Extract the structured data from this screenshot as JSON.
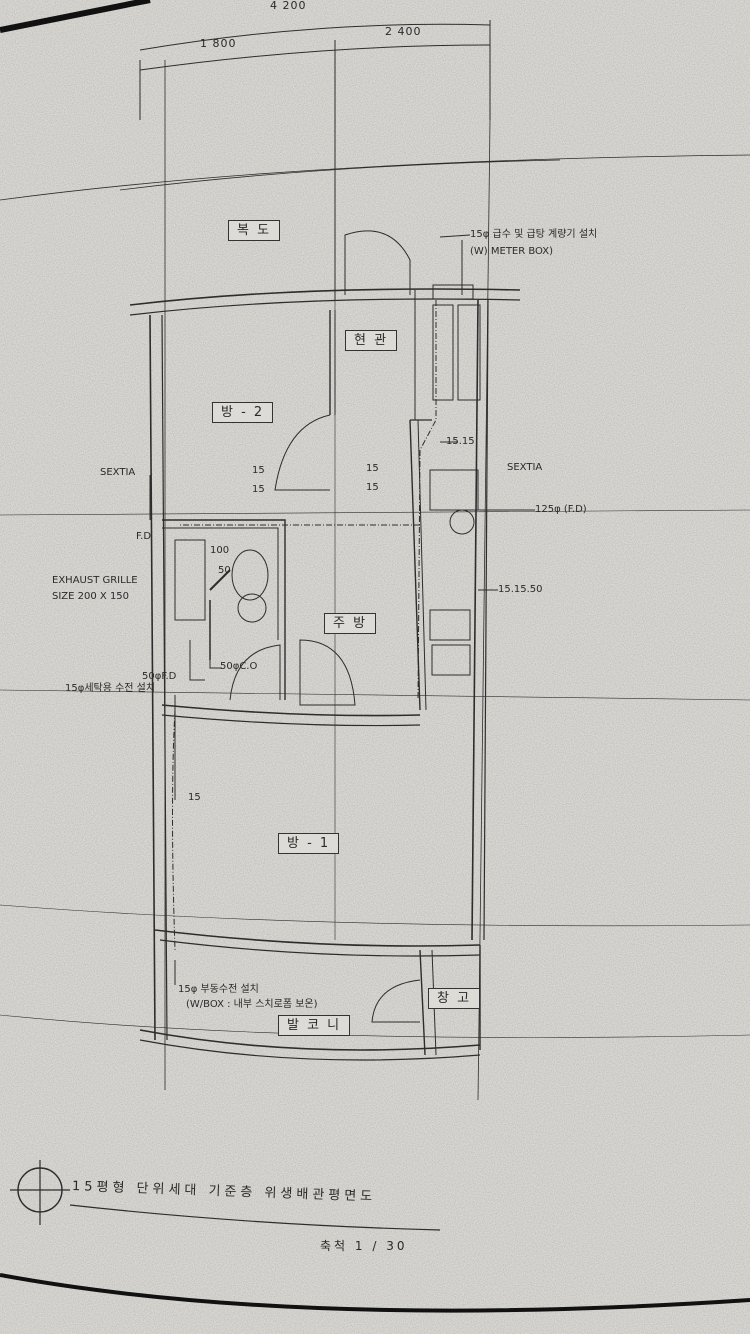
{
  "dimensions": {
    "total": "4 200",
    "left": "1 800",
    "right": "2 400"
  },
  "rooms": {
    "corridor": "복   도",
    "entrance": "현 관",
    "room2": "방 - 2",
    "kitchen": "주  방",
    "room1": "방 - 1",
    "balcony": "발 코 니",
    "storage": "창 고"
  },
  "notes": {
    "meter": "15φ 급수 및 급탕 계량기 설치",
    "meter_box": "(W) METER BOX)",
    "sextia_left": "SEXTIA",
    "sextia_right": "SEXTIA",
    "fd_left": "F.D",
    "fd_right": "125φ (F.D)",
    "exhaust_1": "EXHAUST  GRILLE",
    "exhaust_2": "SIZE  200 X 150",
    "p_1515": "15.15",
    "p_151550": "15.15.50",
    "p_15a": "15",
    "p_15b": "15",
    "p_15c": "15",
    "p_15d": "15",
    "p_15e": "15",
    "p_100": "100",
    "p_50": "50",
    "p_50fd": "50φF.D",
    "p_50co": "50φC.O",
    "hot_water": "15φ세탁용 수전 설치",
    "drain_1": "15φ  부동수전 설치",
    "drain_2": "(W/BOX : 내부 스치로폼 보온)"
  },
  "title": "15평형 단위세대 기준층 위생배관평면도",
  "scale": "축척  1 / 30"
}
